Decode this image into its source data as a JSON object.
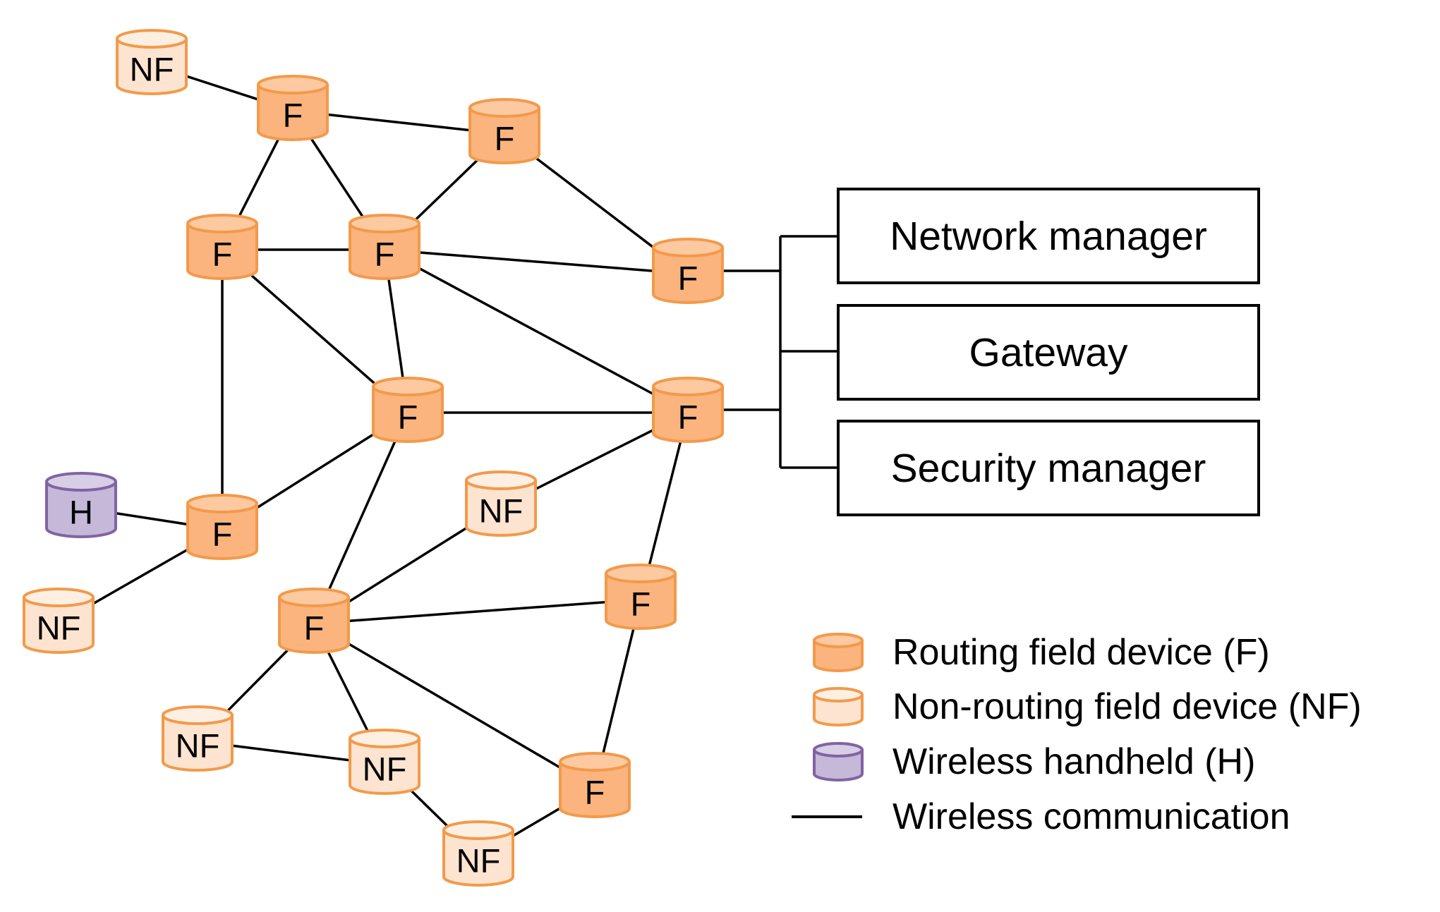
{
  "colors": {
    "routing_fill": "#fbb47d",
    "routing_top": "#fdc9a0",
    "nonrouting_fill": "#fde4d0",
    "nonrouting_top": "#feefe3",
    "device_stroke": "#f29a4b",
    "handheld_fill": "#c5b8d9",
    "handheld_top": "#d8cee6",
    "handheld_stroke": "#8064a2",
    "line": "#000000"
  },
  "nodes": [
    {
      "id": "nf1",
      "kind": "NF",
      "label": "NF"
    },
    {
      "id": "f1",
      "kind": "F",
      "label": "F"
    },
    {
      "id": "f2",
      "kind": "F",
      "label": "F"
    },
    {
      "id": "f3",
      "kind": "F",
      "label": "F"
    },
    {
      "id": "f4",
      "kind": "F",
      "label": "F"
    },
    {
      "id": "f5",
      "kind": "F",
      "label": "F"
    },
    {
      "id": "f6",
      "kind": "F",
      "label": "F"
    },
    {
      "id": "f7",
      "kind": "F",
      "label": "F"
    },
    {
      "id": "h1",
      "kind": "H",
      "label": "H"
    },
    {
      "id": "f8",
      "kind": "F",
      "label": "F"
    },
    {
      "id": "nf2",
      "kind": "NF",
      "label": "NF"
    },
    {
      "id": "nf3",
      "kind": "NF",
      "label": "NF"
    },
    {
      "id": "f9",
      "kind": "F",
      "label": "F"
    },
    {
      "id": "f10",
      "kind": "F",
      "label": "F"
    },
    {
      "id": "nf4",
      "kind": "NF",
      "label": "NF"
    },
    {
      "id": "nf5",
      "kind": "NF",
      "label": "NF"
    },
    {
      "id": "f11",
      "kind": "F",
      "label": "F"
    },
    {
      "id": "nf6",
      "kind": "NF",
      "label": "NF"
    }
  ],
  "edges": [
    [
      "nf1",
      "f1"
    ],
    [
      "f1",
      "f2"
    ],
    [
      "f1",
      "f3"
    ],
    [
      "f1",
      "f4"
    ],
    [
      "f2",
      "f4"
    ],
    [
      "f2",
      "f5"
    ],
    [
      "f3",
      "f4"
    ],
    [
      "f4",
      "f5"
    ],
    [
      "f3",
      "f6"
    ],
    [
      "f4",
      "f6"
    ],
    [
      "f4",
      "f7"
    ],
    [
      "f3",
      "f8"
    ],
    [
      "h1",
      "f8"
    ],
    [
      "nf2",
      "f8"
    ],
    [
      "f8",
      "f6"
    ],
    [
      "f6",
      "f7"
    ],
    [
      "f6",
      "f9"
    ],
    [
      "nf3",
      "f7"
    ],
    [
      "nf3",
      "f9"
    ],
    [
      "f7",
      "f10"
    ],
    [
      "f9",
      "f10"
    ],
    [
      "f9",
      "nf4"
    ],
    [
      "f9",
      "nf5"
    ],
    [
      "f9",
      "f11"
    ],
    [
      "nf4",
      "nf5"
    ],
    [
      "nf5",
      "nf6"
    ],
    [
      "nf6",
      "f11"
    ],
    [
      "f10",
      "f11"
    ]
  ],
  "boxes": [
    {
      "id": "network-manager",
      "label": "Network manager"
    },
    {
      "id": "gateway",
      "label": "Gateway"
    },
    {
      "id": "security-manager",
      "label": "Security manager"
    }
  ],
  "legend": {
    "routing": "Routing field device (F)",
    "nonrouting": "Non-routing field device (NF)",
    "handheld": "Wireless handheld (H)",
    "wireless": "Wireless communication"
  }
}
